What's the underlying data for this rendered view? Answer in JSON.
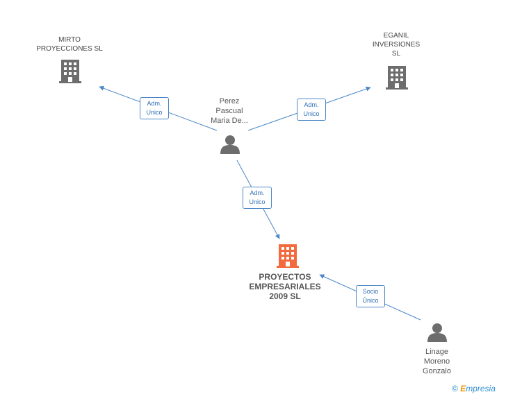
{
  "nodes": {
    "mirto": {
      "lines": [
        "MIRTO",
        "PROYECCIONES SL"
      ]
    },
    "eganil": {
      "lines": [
        "EGANIL",
        "INVERSIONES",
        "SL"
      ]
    },
    "perez": {
      "lines": [
        "Perez",
        "Pascual",
        "Maria De..."
      ]
    },
    "proyectos": {
      "lines": [
        "PROYECTOS",
        "EMPRESARIALES",
        "2009 SL"
      ]
    },
    "linage": {
      "lines": [
        "Linage",
        "Moreno",
        "Gonzalo"
      ]
    }
  },
  "relations": {
    "perez_mirto": [
      "Adm.",
      "Unico"
    ],
    "perez_eganil": [
      "Adm.",
      "Unico"
    ],
    "perez_proyectos": [
      "Adm.",
      "Unico"
    ],
    "linage_proyectos": [
      "Socio",
      "Único"
    ]
  },
  "colors": {
    "edge": "#4a86c8",
    "company_icon": "#6d6d6d",
    "focus_icon": "#f26a3d",
    "person_icon": "#6d6d6d"
  },
  "footer": {
    "copyright": "©",
    "brand_first": "E",
    "brand_rest": "mpresia"
  }
}
